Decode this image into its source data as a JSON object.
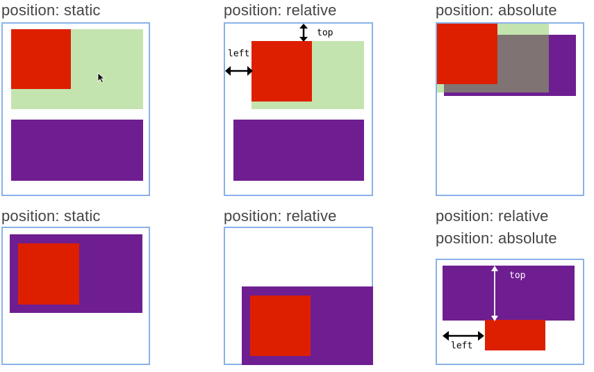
{
  "colors": {
    "frame": "#8ab1e8",
    "green": "#c4e4af",
    "red": "#dd1f00",
    "purple": "#6e1e91",
    "gray": "#7f7373",
    "title_text": "#444444"
  },
  "panels": {
    "p1": {
      "title": "position: static"
    },
    "p2": {
      "title": "position: relative",
      "top_label": "top",
      "left_label": "left"
    },
    "p3": {
      "title": "position: absolute"
    },
    "p4": {
      "title": "position: static"
    },
    "p5": {
      "title": "position: relative"
    },
    "p6": {
      "title_line1": "position: relative",
      "title_line2": "position: absolute",
      "top_label": "top",
      "left_label": "left"
    }
  }
}
